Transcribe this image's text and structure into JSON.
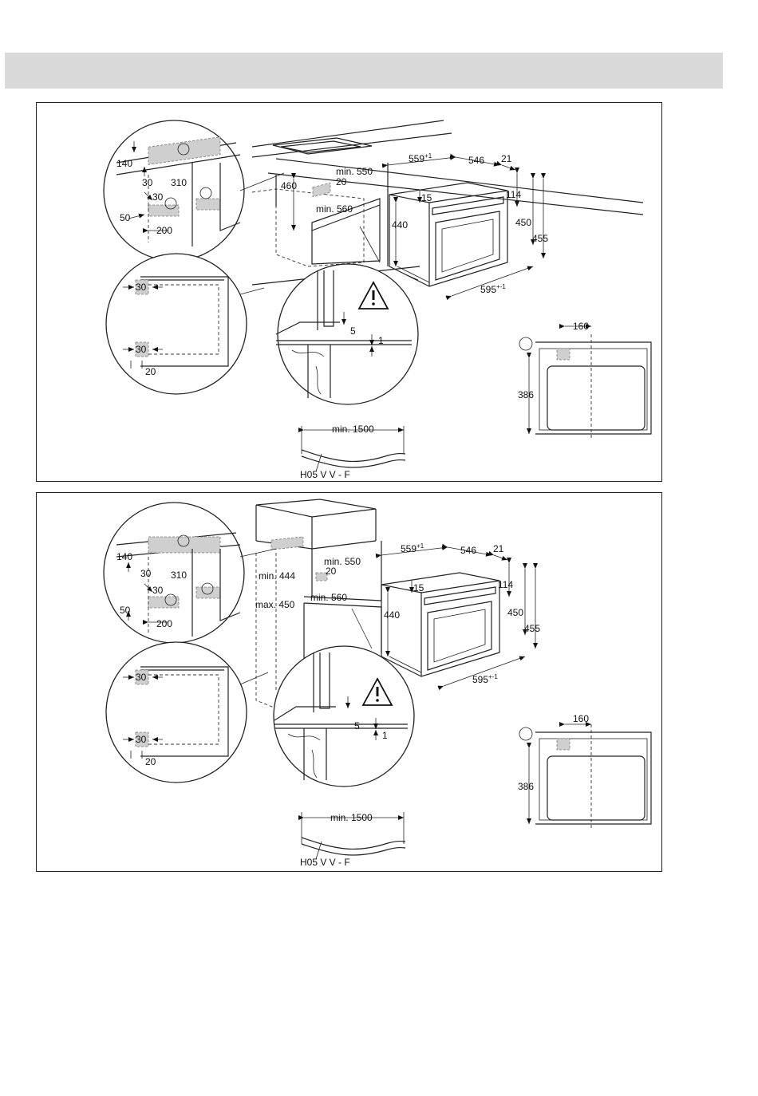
{
  "colors": {
    "header_band": "#d9d9d9",
    "line": "#222222",
    "hatch": "#cfcfcf"
  },
  "icons": {
    "warning": "warning-triangle-icon",
    "electric": "electric-bolt-icon"
  },
  "panels": [
    {
      "detail_circle_a": {
        "d140": "140",
        "d30a": "30",
        "d310": "310",
        "d30b": "30",
        "d50": "50",
        "d200": "200"
      },
      "detail_circle_b": {
        "d30top": "30",
        "d30bottom": "30",
        "d20": "20"
      },
      "detail_circle_c": {
        "d5": "5",
        "d1": "1"
      },
      "cabinet": {
        "d460": "460",
        "min550": "min. 550",
        "d20": "20",
        "min560": "min. 560"
      },
      "oven": {
        "d559": "559",
        "d559_tol": "+1",
        "d546": "546",
        "d21": "21",
        "d15": "15",
        "d440": "440",
        "d114": "114",
        "d450": "450",
        "d455": "455",
        "d595": "595",
        "d595_tol": "+-1"
      },
      "front_view": {
        "d160": "160",
        "d386": "386"
      },
      "cable": {
        "min1500": "min. 1500",
        "type": "H05 V V - F"
      }
    },
    {
      "detail_circle_a": {
        "d140": "140",
        "d30a": "30",
        "d310": "310",
        "d30b": "30",
        "d50": "50",
        "d200": "200"
      },
      "detail_circle_b": {
        "d30top": "30",
        "d30bottom": "30",
        "d20": "20"
      },
      "detail_circle_c": {
        "d5": "5",
        "d1": "1"
      },
      "cabinet": {
        "min444": "min. 444",
        "max450": "max. 450",
        "min550": "min. 550",
        "d20": "20",
        "min560": "min. 560"
      },
      "oven": {
        "d559": "559",
        "d559_tol": "+1",
        "d546": "546",
        "d21": "21",
        "d15": "15",
        "d440": "440",
        "d114": "114",
        "d450": "450",
        "d455": "455",
        "d595": "595",
        "d595_tol": "+-1"
      },
      "front_view": {
        "d160": "160",
        "d386": "386"
      },
      "cable": {
        "min1500": "min. 1500",
        "type": "H05 V V - F"
      }
    }
  ]
}
